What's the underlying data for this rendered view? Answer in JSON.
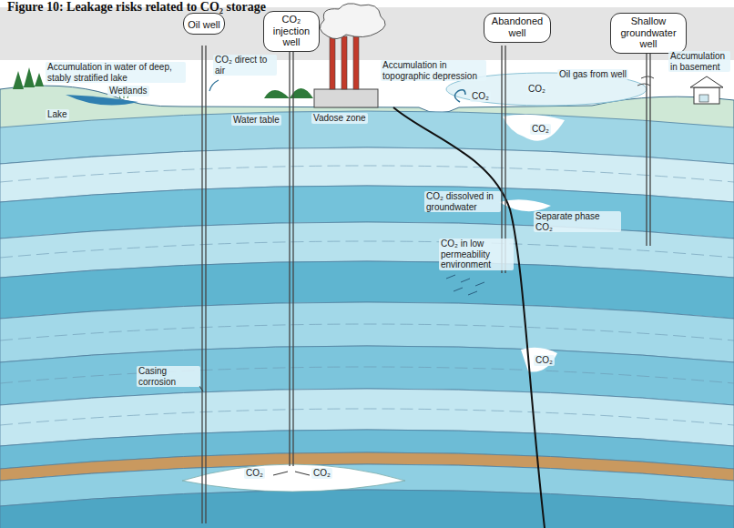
{
  "diagram": {
    "title": "Figure 10: Leakage risks related to CO₂ storage",
    "nodes": [
      {
        "text": [
          "Oil well"
        ]
      },
      {
        "text": [
          "CO₂ injection well"
        ]
      },
      {
        "text": [
          "Abandoned well"
        ]
      },
      {
        "text": [
          "Shallow groundwater well"
        ]
      }
    ],
    "labels": [
      "Accumulation in water of deep, stably stratified lake",
      "Lake",
      "Wetlands",
      "CO₂ direct to air",
      "Water table",
      "Vadose zone",
      "Accumulation in topographic depression",
      "CO₂",
      "CO₂",
      "Oil gas from well",
      "Accumulation in basement",
      "CO₂",
      "CO₂ dissolved in groundwater",
      "Separate phase CO₂",
      "CO₂ in low permeability environment",
      "CO₂",
      "Casing corrosion",
      "CO₂",
      "CO₂"
    ]
  }
}
